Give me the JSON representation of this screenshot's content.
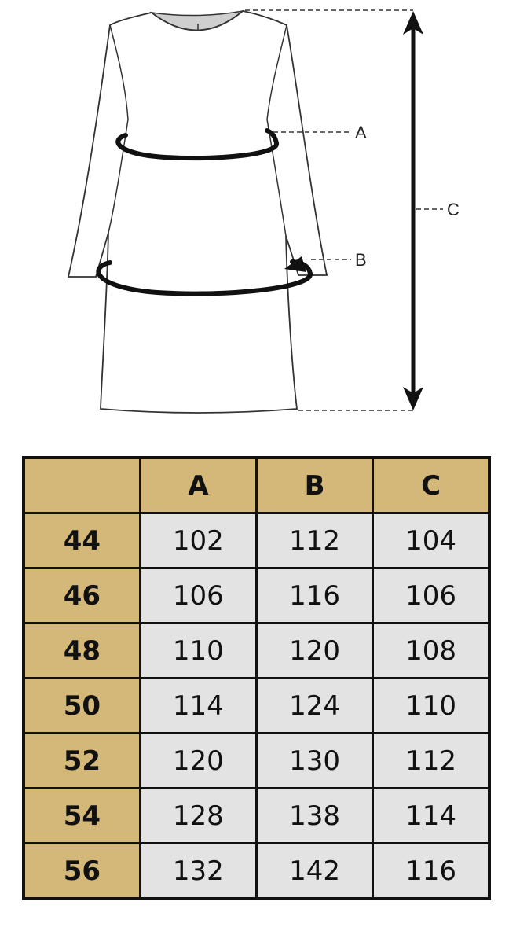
{
  "diagram": {
    "labels": {
      "a": "A",
      "b": "B",
      "c": "C"
    },
    "colors": {
      "outline": "#333333",
      "band": "#111111",
      "neck": "#cfcfcf"
    }
  },
  "table": {
    "headers": [
      "",
      "A",
      "B",
      "C"
    ],
    "rows": [
      {
        "size": "44",
        "a": "102",
        "b": "112",
        "c": "104"
      },
      {
        "size": "46",
        "a": "106",
        "b": "116",
        "c": "106"
      },
      {
        "size": "48",
        "a": "110",
        "b": "120",
        "c": "108"
      },
      {
        "size": "50",
        "a": "114",
        "b": "124",
        "c": "110"
      },
      {
        "size": "52",
        "a": "120",
        "b": "130",
        "c": "112"
      },
      {
        "size": "54",
        "a": "128",
        "b": "138",
        "c": "114"
      },
      {
        "size": "56",
        "a": "132",
        "b": "142",
        "c": "116"
      }
    ],
    "colors": {
      "header_bg": "#d4b87a",
      "cell_bg": "#e3e3e3",
      "border": "#111111"
    }
  }
}
